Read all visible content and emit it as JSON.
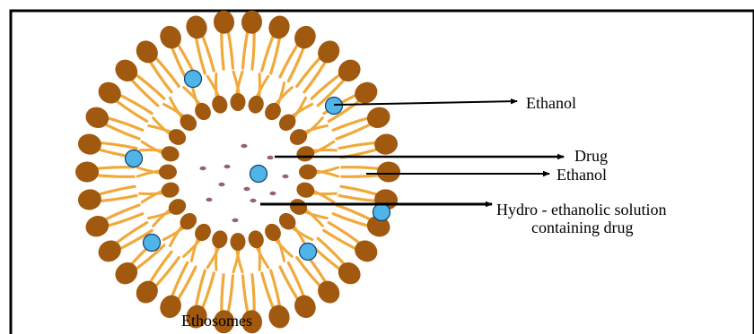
{
  "diagram": {
    "title": "Ethosomes",
    "labels": {
      "ethanol_outer": "Ethanol",
      "drug": "Drug",
      "ethanol_inner": "Ethanol",
      "hydro_line1": "Hydro - ethanolic solution",
      "hydro_line2": "containing drug"
    },
    "colors": {
      "head": "#a0590f",
      "tail": "#f0a93a",
      "ethanol_bead": "#4fb4e8",
      "drug_dot": "#9a6070",
      "arrow": "#000000",
      "frame": "#000000"
    },
    "icons": {
      "ethanol_bead": "ethanol-molecule-icon",
      "drug_dot": "drug-particle-icon",
      "arrow": "arrow-right-icon"
    }
  }
}
